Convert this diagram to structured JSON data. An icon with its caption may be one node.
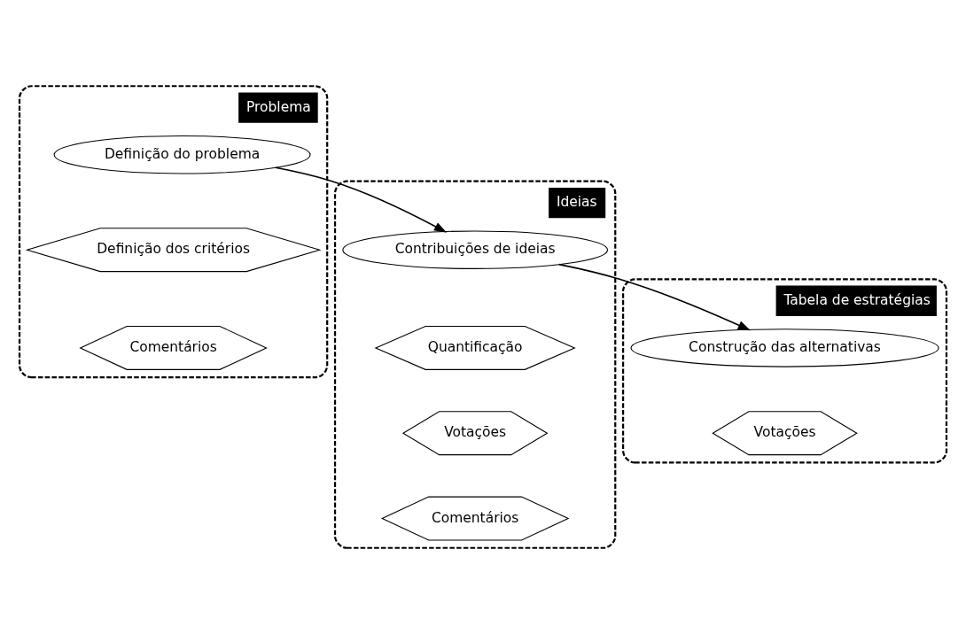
{
  "diagram": {
    "nodes": [
      {
        "text": [
          "Problema"
        ]
      },
      {
        "text": [
          "Definição do problema"
        ],
        "in": 0
      },
      {
        "text": [
          "Definição dos critérios"
        ],
        "in": 0
      },
      {
        "text": [
          "Comentários"
        ],
        "in": 0
      },
      {
        "text": [
          "Ideias"
        ]
      },
      {
        "text": [
          "Contribuições de ideias"
        ],
        "in": 4
      },
      {
        "text": [
          "Quantificação"
        ],
        "in": 4
      },
      {
        "text": [
          "Votações"
        ],
        "in": 4
      },
      {
        "text": [
          "Comentários"
        ],
        "in": 4
      },
      {
        "text": [
          "Tabela de estratégias"
        ]
      },
      {
        "text": [
          "Construção das alternativas"
        ],
        "in": 9
      },
      {
        "text": [
          "Votações"
        ],
        "in": 9
      }
    ],
    "edges": [
      {
        "from": 1,
        "to": 5,
        "arrow": "to"
      },
      {
        "from": 5,
        "to": 10,
        "arrow": "to"
      }
    ]
  }
}
